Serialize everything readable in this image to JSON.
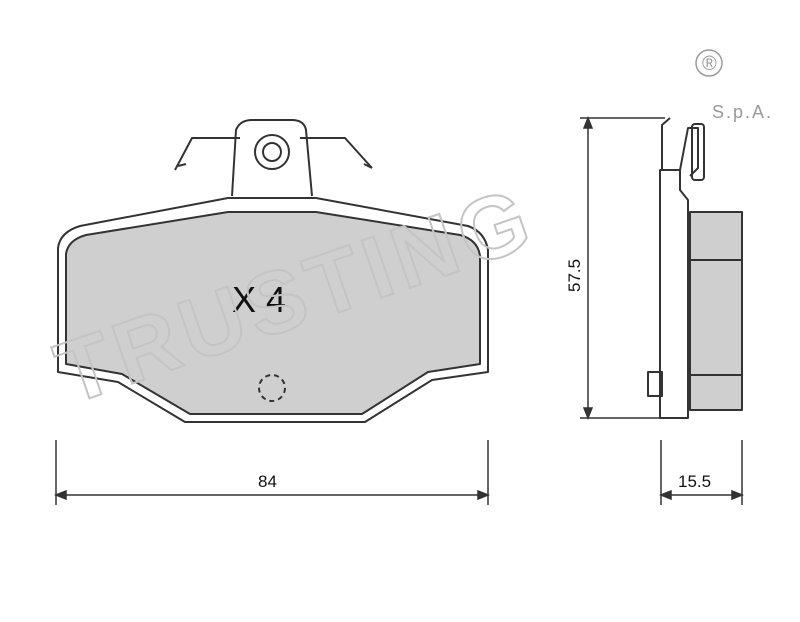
{
  "diagram": {
    "quantity_label": "X 4",
    "width_dimension": "84",
    "height_dimension": "57.5",
    "thickness_dimension": "15.5"
  },
  "watermark": {
    "brand": "TRUSTING",
    "registered_mark": "®",
    "company_suffix": "S.p.A."
  },
  "colors": {
    "pad_fill": "#cfcfcf",
    "outline": "#333333",
    "watermark": "#c4c4c4"
  }
}
